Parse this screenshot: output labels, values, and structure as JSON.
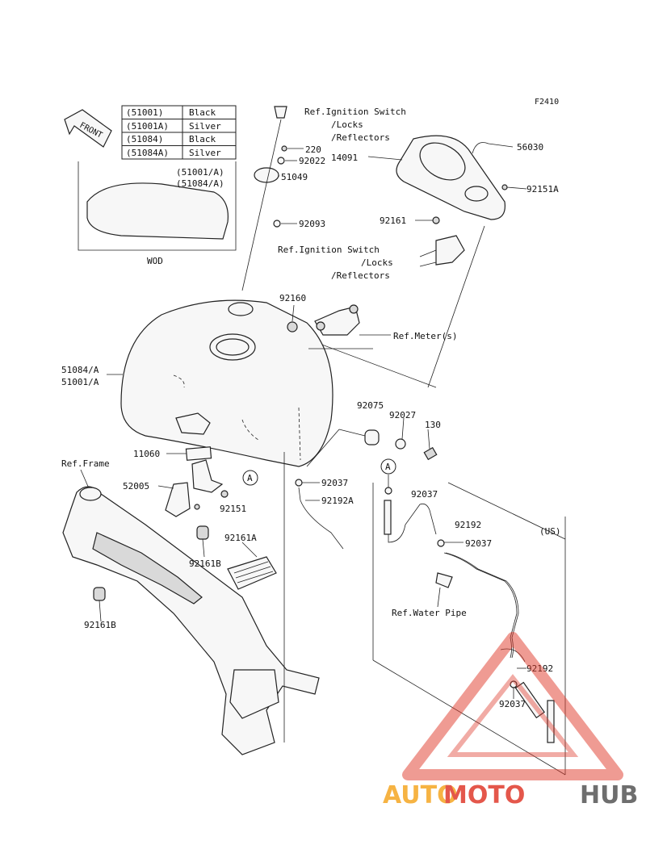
{
  "figure_code": "F2410",
  "front_label": "FRONT",
  "color_table": [
    {
      "code": "(51001)",
      "color": "Black"
    },
    {
      "code": "(51001A)",
      "color": "Silver"
    },
    {
      "code": "(51084)",
      "color": "Black"
    },
    {
      "code": "(51084A)",
      "color": "Silver"
    }
  ],
  "inset": {
    "line1": "(51001/A)",
    "line2": "(51084/A)",
    "caption": "WOD"
  },
  "callouts": {
    "ref_ignition_top": [
      "Ref.Ignition Switch",
      "/Locks",
      "/Reflectors"
    ],
    "p220": "220",
    "p92022": "92022",
    "p51049": "51049",
    "p92093": "92093",
    "p14091": "14091",
    "p56030": "56030",
    "p92151A": "92151A",
    "p92161": "92161",
    "ref_ignition_mid": [
      "Ref.Ignition Switch",
      "/Locks",
      "/Reflectors"
    ],
    "p92160": "92160",
    "ref_meter": "Ref.Meter(s)",
    "tank_ids": [
      "51084/A",
      "51001/A"
    ],
    "p92075": "92075",
    "p92027": "92027",
    "p130": "130",
    "p11060": "11060",
    "ref_frame": "Ref.Frame",
    "p52005": "52005",
    "marker_a": "A",
    "p92037_left": "92037",
    "p92192A": "92192A",
    "p92151": "92151",
    "p92161A": "92161A",
    "p92161B_mid": "92161B",
    "p92161B_low": "92161B",
    "us": "(US)",
    "p92037_top": "92037",
    "p92192_top": "92192",
    "p92037_mid": "92037",
    "ref_water": "Ref.Water Pipe",
    "p92192_low": "92192",
    "p92037_low": "92037"
  },
  "watermark": {
    "part1": "AUTO",
    "part2": "MOTO",
    "part3": "HUB"
  },
  "colors": {
    "line": "#222222",
    "wm_orange": "#f5a623",
    "wm_red": "#e03a2c",
    "wm_gray": "#555555"
  }
}
